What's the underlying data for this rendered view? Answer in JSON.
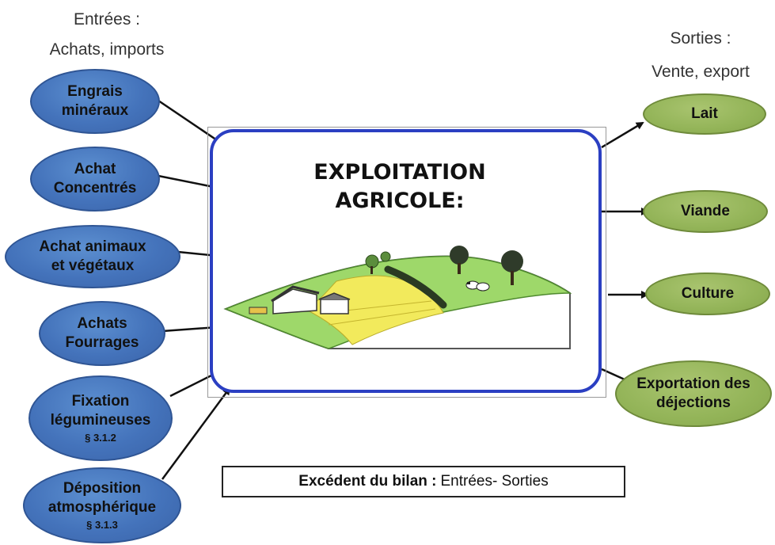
{
  "inputs_header": {
    "line1": "Entrées :",
    "line2": "Achats, imports"
  },
  "outputs_header": {
    "line1": "Sorties :",
    "line2": "Vente, export"
  },
  "center": {
    "title": "EXPLOITATION\n AGRICOLE:"
  },
  "inputs": [
    {
      "line1": "Engrais",
      "line2": "minéraux"
    },
    {
      "line1": "Achat",
      "line2": "Concentrés"
    },
    {
      "line1": "Achat animaux",
      "line2": "et végétaux"
    },
    {
      "line1": "Achats",
      "line2": "Fourrages"
    },
    {
      "line1": "Fixation",
      "line2": "légumineuses",
      "ref": "§ 3.1.2"
    },
    {
      "line1": "Déposition",
      "line2": "atmosphérique",
      "ref": "§ 3.1.3"
    }
  ],
  "outputs": [
    {
      "label": "Lait"
    },
    {
      "label": "Viande"
    },
    {
      "label": "Culture"
    },
    {
      "line1": "Exportation des",
      "line2": "déjections"
    }
  ],
  "balance": {
    "label": "Excédent du bilan :",
    "text": "Entrées- Sorties"
  },
  "colors": {
    "input_fill": "#4473bb",
    "output_fill": "#93b458",
    "frame": "#2b3fc2"
  }
}
